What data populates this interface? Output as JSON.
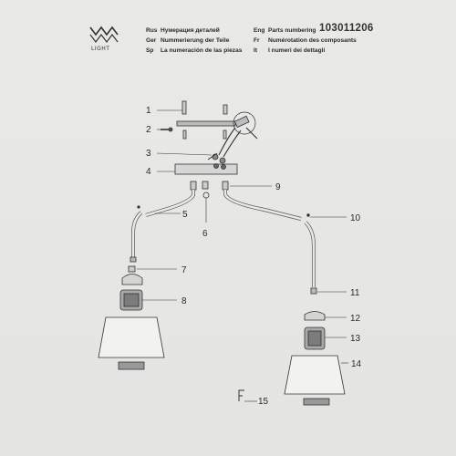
{
  "header": {
    "brand": "LIGHT",
    "doc_number": "103011206",
    "languages": [
      {
        "code": "Rus",
        "text": "Нумерация деталей"
      },
      {
        "code": "Ger",
        "text": "Nummerierung der Teile"
      },
      {
        "code": "Sp",
        "text": "La numeración de las piezas"
      },
      {
        "code": "Eng",
        "text": "Parts numbering"
      },
      {
        "code": "Fr",
        "text": "Numérotation des composants"
      },
      {
        "code": "It",
        "text": "I numeri dei dettagli"
      }
    ]
  },
  "parts": [
    "1",
    "2",
    "3",
    "4",
    "5",
    "6",
    "7",
    "8",
    "9",
    "10",
    "11",
    "12",
    "13",
    "14",
    "15"
  ]
}
